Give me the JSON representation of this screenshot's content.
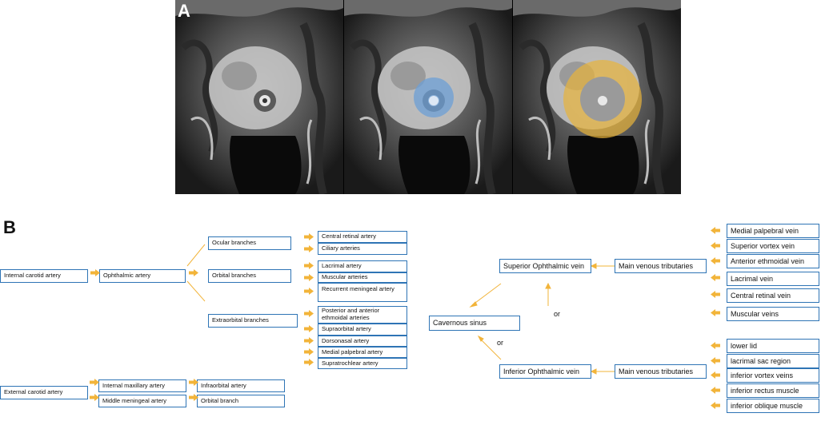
{
  "panel_a": {
    "label": "A"
  },
  "panel_b": {
    "label": "B"
  },
  "arterial": {
    "ica": "Internal carotid artery",
    "ophthalmic": "Ophthalmic artery",
    "ocular_branches": "Ocular branches",
    "orbital_branches": "Orbital branches",
    "extraorbital_branches": "Extraorbital branches",
    "ocular_items": [
      "Central retinal artery",
      "Ciliary arteries"
    ],
    "orbital_items": [
      "Lacrimal artery",
      "Muscular arteries",
      "Recurrent meningeal artery"
    ],
    "extraorbital_items": [
      "Posterior and anterior ethmoidal arteries",
      "Supraorbital artery",
      "Dorsonasal artery",
      "Medial palpebral artery",
      "Supratrochlear artery"
    ],
    "eca": "External carotid artery",
    "internal_maxillary": "Internal maxillary artery",
    "middle_meningeal": "Middle meningeal artery",
    "infraorbital": "Infraorbital artery",
    "orbital_branch": "Orbital branch"
  },
  "venous": {
    "cavernous_sinus": "Cavernous sinus",
    "superior_ov": "Superior Ophthalmic vein",
    "inferior_ov": "Inferior Ophthalmic vein",
    "main_tributaries_sup": "Main venous tributaries",
    "main_tributaries_inf": "Main venous tributaries",
    "or_upper": "or",
    "or_lower": "or",
    "superior_items": [
      "Medial palpebral vein",
      "Superior vortex vein",
      "Anterior ethmoidal vein",
      "Lacrimal vein",
      "Central retinal vein",
      "Muscular veins"
    ],
    "inferior_items": [
      "lower lid",
      "lacrimal sac region",
      "inferior vortex veins",
      "inferior rectus muscle",
      "inferior oblique muscle"
    ]
  },
  "colors": {
    "box_border": "#2e74b5",
    "arrow": "#f2b43a",
    "blue_overlay": "#6c9fd6",
    "yellow_overlay": "#e8b43a"
  }
}
